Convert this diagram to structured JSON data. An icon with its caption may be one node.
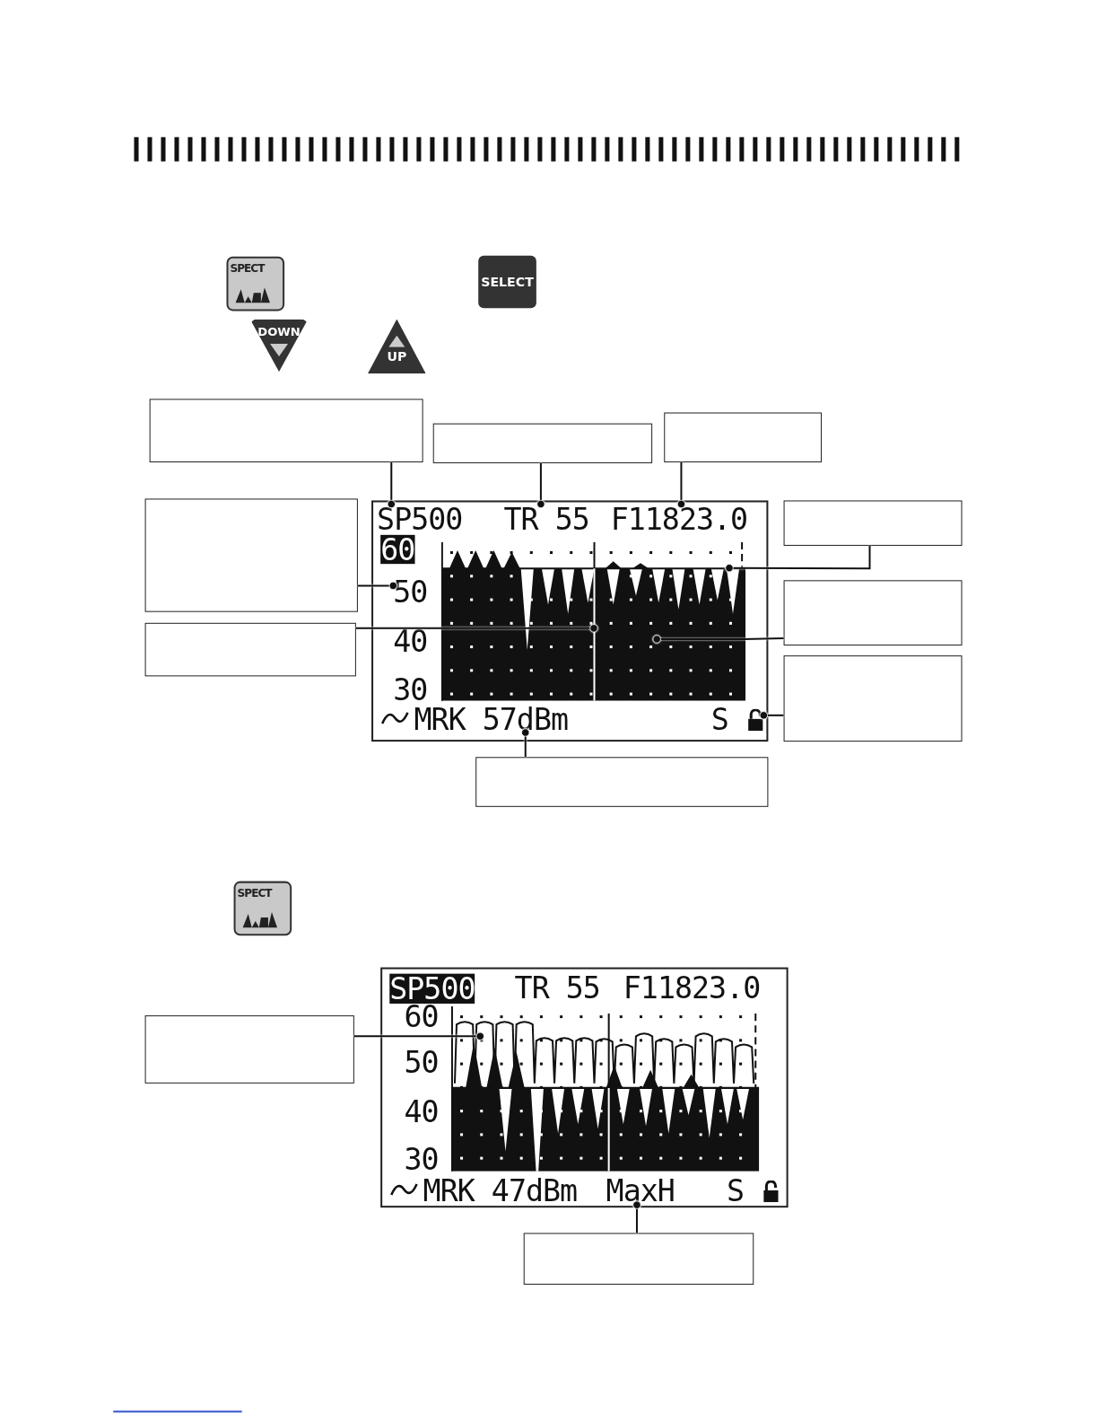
{
  "diagram": {
    "nodes": [
      {
        "text": [],
        "shape": "box"
      },
      {
        "text": [
          "SP500"
        ],
        "in": 0
      },
      {
        "text": [
          "TR 55"
        ],
        "in": 0
      },
      {
        "text": [
          "F11823.0"
        ],
        "in": 0
      },
      {
        "text": [
          "60"
        ],
        "in": 0
      },
      {
        "text": [
          "50"
        ],
        "in": 0
      },
      {
        "text": [
          "40"
        ],
        "in": 0
      },
      {
        "text": [
          "30"
        ],
        "in": 0
      },
      {
        "text": [
          "MRK 57dBm"
        ],
        "in": 0
      },
      {
        "text": [
          "S"
        ],
        "in": 0
      },
      {
        "text": [],
        "shape": "lock",
        "in": 0
      },
      {
        "text": [],
        "shape": "box"
      },
      {
        "text": [],
        "shape": "box"
      },
      {
        "text": [],
        "shape": "box"
      },
      {
        "text": [],
        "shape": "box"
      },
      {
        "text": [],
        "shape": "box"
      },
      {
        "text": [],
        "shape": "box"
      },
      {
        "text": [],
        "shape": "box"
      },
      {
        "text": [],
        "shape": "box"
      },
      {
        "text": [],
        "shape": "box"
      },
      {
        "text": [],
        "shape": "box"
      },
      {
        "text": [
          "SP500"
        ],
        "in": 20
      },
      {
        "text": [
          "TR 55"
        ],
        "in": 20
      },
      {
        "text": [
          "F11823.0"
        ],
        "in": 20
      },
      {
        "text": [
          "60"
        ],
        "in": 20
      },
      {
        "text": [
          "50"
        ],
        "in": 20
      },
      {
        "text": [
          "40"
        ],
        "in": 20
      },
      {
        "text": [
          "30"
        ],
        "in": 20
      },
      {
        "text": [
          "MRK 47dBm"
        ],
        "in": 20
      },
      {
        "text": [
          "MaxH"
        ],
        "in": 20
      },
      {
        "text": [
          "S"
        ],
        "in": 20
      },
      {
        "text": [],
        "shape": "lock",
        "in": 20
      },
      {
        "text": [],
        "shape": "box"
      },
      {
        "text": [],
        "shape": "box"
      },
      {
        "text": [],
        "shape": "line",
        "in": 36
      },
      {
        "text": [],
        "shape": "line",
        "in": 0
      },
      {
        "text": [],
        "shape": "trace",
        "in": 0
      },
      {
        "text": [],
        "shape": "trace",
        "in": 20
      }
    ],
    "edges": [
      {
        "from": 11,
        "to": 1,
        "arrow": "other"
      },
      {
        "from": 12,
        "to": 2,
        "arrow": "other"
      },
      {
        "from": 13,
        "to": 3,
        "arrow": "other"
      },
      {
        "from": 14,
        "to": 5,
        "arrow": "other"
      },
      {
        "from": 15,
        "to": 34,
        "arrow": "other"
      },
      {
        "from": 16,
        "to": 35,
        "arrow": "other"
      },
      {
        "from": 17,
        "to": 36,
        "arrow": "other"
      },
      {
        "from": 18,
        "to": 10,
        "arrow": "other"
      },
      {
        "from": 19,
        "to": 8,
        "arrow": "other"
      },
      {
        "from": 32,
        "to": 37,
        "arrow": "other"
      },
      {
        "from": 33,
        "to": 29,
        "arrow": "other"
      }
    ],
    "labels": [
      "SPECT",
      "SELECT",
      "DOWN",
      "UP",
      "SPECT"
    ]
  }
}
